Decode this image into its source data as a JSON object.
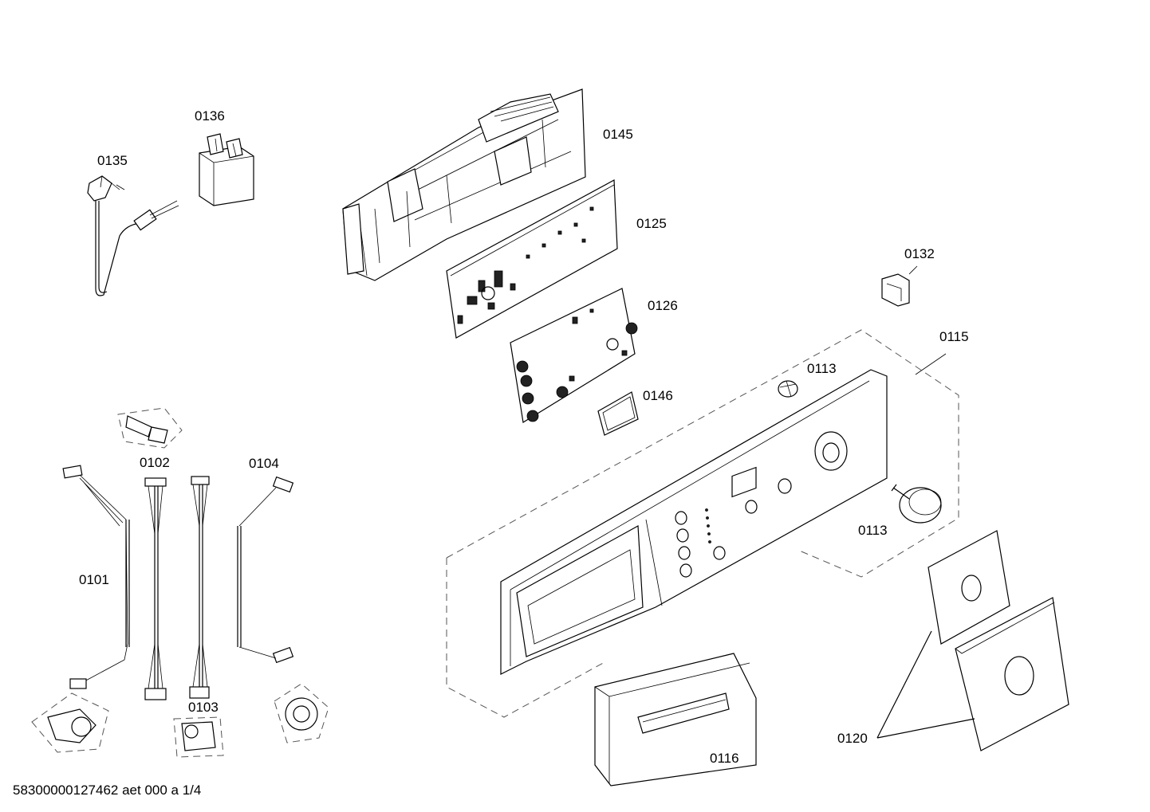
{
  "labels": {
    "p0136": "0136",
    "p0135": "0135",
    "p0145": "0145",
    "p0125": "0125",
    "p0132": "0132",
    "p0126": "0126",
    "p0115": "0115",
    "p0113_top": "0113",
    "p0146": "0146",
    "p0102": "0102",
    "p0104": "0104",
    "p0101": "0101",
    "p0113_knob": "0113",
    "p0103": "0103",
    "p0116": "0116",
    "p0120": "0120"
  },
  "footer": "58300000127462 aet 000 a 1/4"
}
